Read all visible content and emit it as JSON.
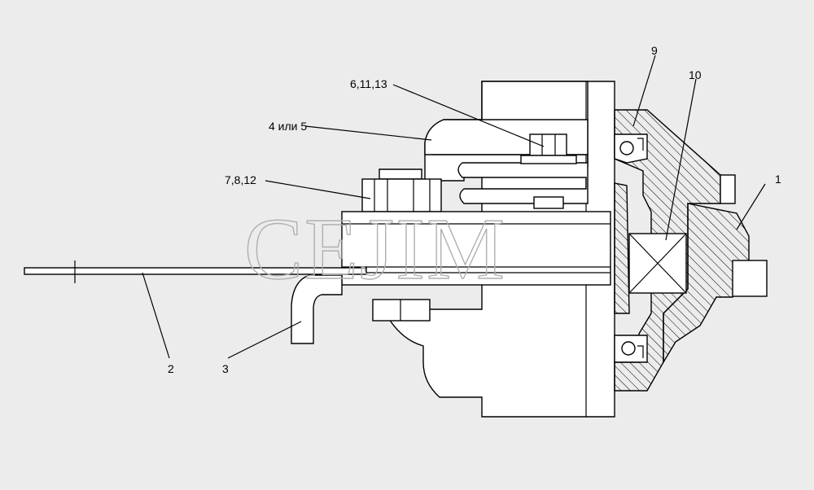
{
  "callouts": [
    {
      "id": "c1",
      "text": "1"
    },
    {
      "id": "c2",
      "text": "2"
    },
    {
      "id": "c3",
      "text": "3"
    },
    {
      "id": "c4",
      "text": "4 или 5"
    },
    {
      "id": "c5",
      "text": "6,11,13"
    },
    {
      "id": "c6",
      "text": "7,8,12"
    },
    {
      "id": "c7",
      "text": "9"
    },
    {
      "id": "c8",
      "text": "10"
    }
  ],
  "watermark": "CEJIM",
  "colors": {
    "background": "#ececec",
    "line": "#000000",
    "watermark": "#b0b0b0"
  }
}
